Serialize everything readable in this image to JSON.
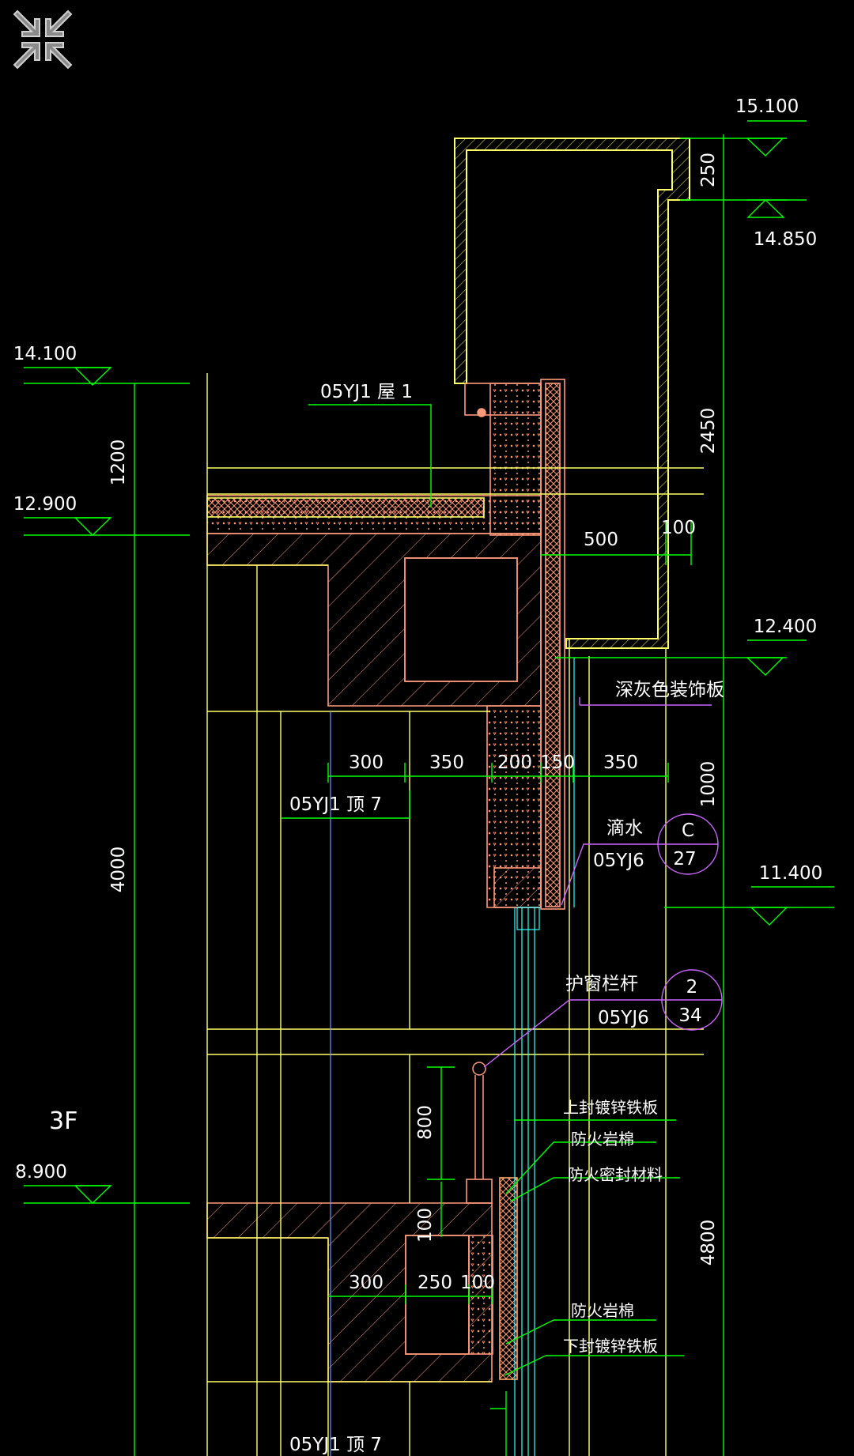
{
  "toolbar": {
    "collapse_icon": "collapse-arrows-icon"
  },
  "elevations": {
    "e15100": "15.100",
    "e14850": "14.850",
    "e14100": "14.100",
    "e12900": "12.900",
    "e12400": "12.400",
    "e11400": "11.400",
    "e8900": "8.900"
  },
  "dimensions": {
    "d250": "250",
    "d2450": "2450",
    "d1000": "1000",
    "d4800": "4800",
    "d1200": "1200",
    "d4000": "4000",
    "d500": "500",
    "d100a": "100",
    "d300a": "300",
    "d350a": "350",
    "d200": "200",
    "d150": "150",
    "d350b": "350",
    "d800": "800",
    "d100b": "100",
    "d300b": "300",
    "d250b": "250",
    "d100c": "100"
  },
  "labels": {
    "roof": "05YJ1 屋 1",
    "ceiling1": "05YJ1 顶 7",
    "ceiling2": "05YJ1 顶 7",
    "dark_panel": "深灰色装饰板",
    "drip": "滴水",
    "drip_ref": "05YJ6",
    "rail": "护窗栏杆",
    "rail_ref": "05YJ6",
    "floor": "3F",
    "upper_plate": "上封镀锌铁板",
    "fire_wool1": "防火岩棉",
    "fire_seal": "防火密封材料",
    "fire_wool2": "防火岩棉",
    "lower_plate": "下封镀锌铁板"
  },
  "callouts": {
    "c1_top": "C",
    "c1_bottom": "27",
    "c2_top": "2",
    "c2_bottom": "34"
  },
  "colors": {
    "dim_green": "#00ff00",
    "wall_yellow": "#ffff66",
    "concrete_salmon": "#ff9a7a",
    "glass_cyan": "#33ffff",
    "axis_blue": "#6699ff",
    "callout_purple": "#cc66ff",
    "text_white": "#ffffff"
  }
}
